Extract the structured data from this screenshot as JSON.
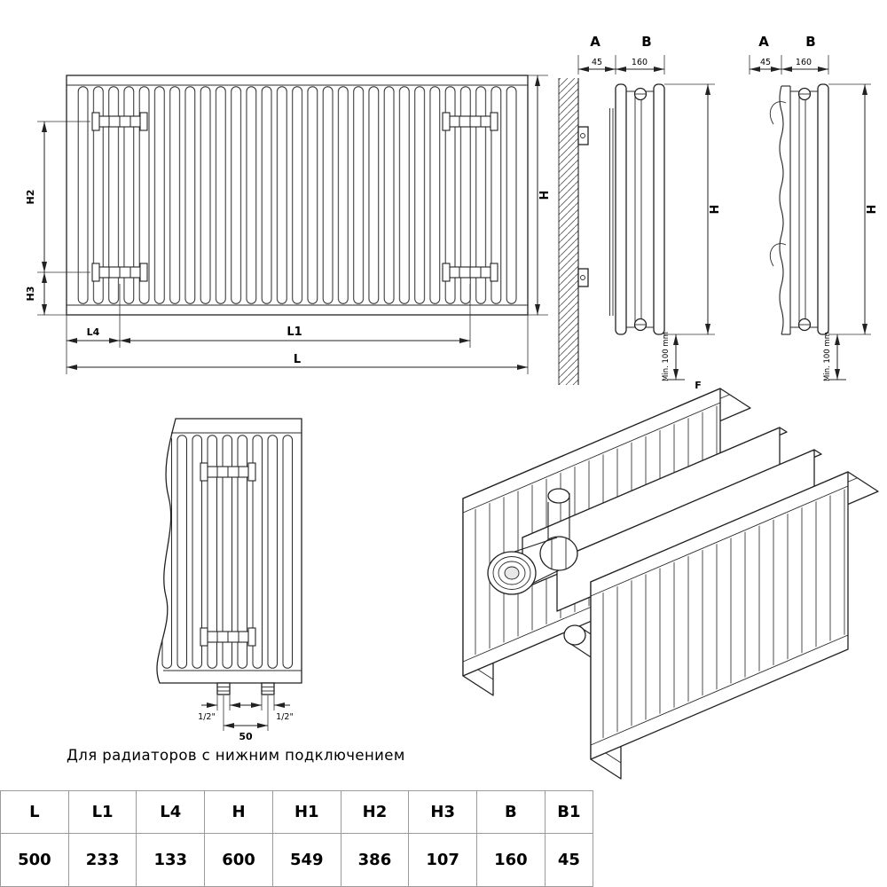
{
  "front_view": {
    "dims": {
      "h2": "H2",
      "h3": "H3",
      "h": "H",
      "l4": "L4",
      "l1": "L1",
      "l": "L"
    }
  },
  "side_view_1": {
    "a": "A",
    "b": "B",
    "a_val": "45",
    "b_val": "160",
    "h": "H",
    "min_clearance": "Min. 100 mm",
    "f": "F"
  },
  "side_view_2": {
    "a": "A",
    "b": "B",
    "a_val": "45",
    "b_val": "160",
    "h": "H",
    "min_clearance": "Min. 100 mm"
  },
  "bottom_connection_view": {
    "thread_left": "1/2\"",
    "thread_right": "1/2\"",
    "pitch": "50",
    "caption": "Для радиаторов с нижним подключением"
  },
  "spec_table": {
    "headers": [
      "L",
      "L1",
      "L4",
      "H",
      "H1",
      "H2",
      "H3",
      "B",
      "B1"
    ],
    "values": [
      "500",
      "233",
      "133",
      "600",
      "549",
      "386",
      "107",
      "160",
      "45"
    ]
  }
}
